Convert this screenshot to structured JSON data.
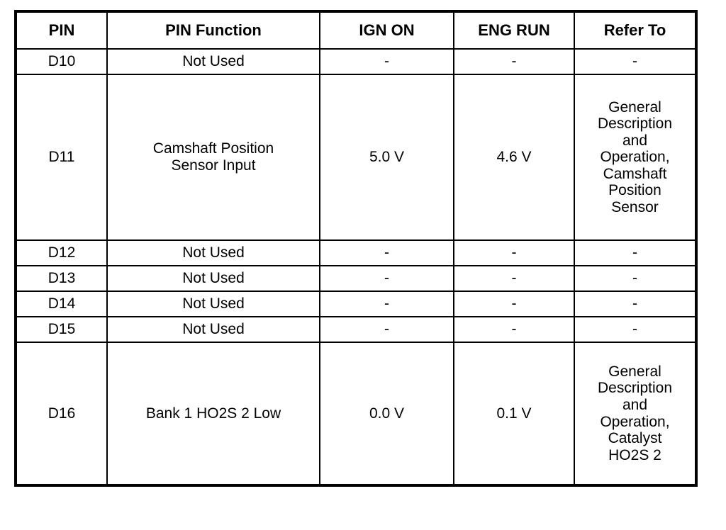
{
  "table": {
    "columns": [
      {
        "key": "pin",
        "label": "PIN"
      },
      {
        "key": "function",
        "label": "PIN Function"
      },
      {
        "key": "ign_on",
        "label": "IGN ON"
      },
      {
        "key": "eng_run",
        "label": "ENG RUN"
      },
      {
        "key": "refer_to",
        "label": "Refer To"
      }
    ],
    "rows": [
      {
        "pin": "D10",
        "function": "Not Used",
        "ign_on": "-",
        "eng_run": "-",
        "refer_to": "-"
      },
      {
        "pin": "D11",
        "function": "Camshaft Position\nSensor Input",
        "ign_on": "5.0 V",
        "eng_run": "4.6 V",
        "refer_to": "General\nDescription\nand\nOperation,\nCamshaft\nPosition\nSensor"
      },
      {
        "pin": "D12",
        "function": "Not Used",
        "ign_on": "-",
        "eng_run": "-",
        "refer_to": "-"
      },
      {
        "pin": "D13",
        "function": "Not Used",
        "ign_on": "-",
        "eng_run": "-",
        "refer_to": "-"
      },
      {
        "pin": "D14",
        "function": "Not Used",
        "ign_on": "-",
        "eng_run": "-",
        "refer_to": "-"
      },
      {
        "pin": "D15",
        "function": "Not Used",
        "ign_on": "-",
        "eng_run": "-",
        "refer_to": "-"
      },
      {
        "pin": "D16",
        "function": "Bank 1 HO2S 2 Low",
        "ign_on": "0.0 V",
        "eng_run": "0.1 V",
        "refer_to": "General\nDescription\nand\nOperation,\nCatalyst\nHO2S 2"
      }
    ]
  },
  "colors": {
    "background": "#ffffff",
    "text": "#000000",
    "border": "#000000"
  }
}
